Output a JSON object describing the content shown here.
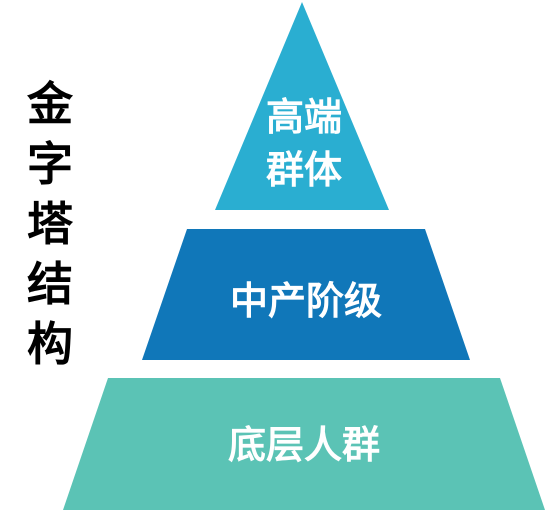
{
  "side_title": {
    "chars": [
      "金",
      "字",
      "塔",
      "结",
      "构"
    ]
  },
  "tiers": [
    {
      "lines": [
        "高端",
        "群体"
      ],
      "color": "#2aaed1"
    },
    {
      "lines": [
        "中产阶级"
      ],
      "color": "#1077b9"
    },
    {
      "lines": [
        "底层人群"
      ],
      "color": "#5bc3b5"
    }
  ]
}
